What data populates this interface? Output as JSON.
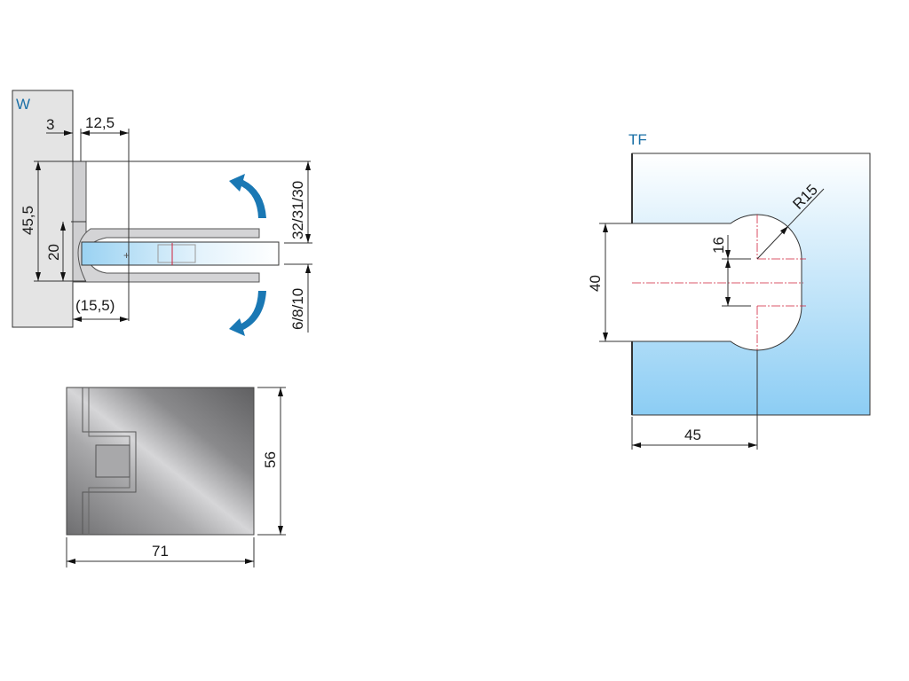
{
  "side_view": {
    "label": "W",
    "dims": {
      "d3": "3",
      "d12_5": "12,5",
      "d45_5": "45,5",
      "d20": "20",
      "d15_5": "(15,5)",
      "d32": "32/31/30",
      "d6": "6/8/10"
    },
    "arrow_color": "#1a78b4"
  },
  "bottom_view": {
    "dims": {
      "width": "71",
      "height": "56"
    }
  },
  "glass_cutout": {
    "label": "TF",
    "dims": {
      "radius": "R15",
      "hole_spacing": "16",
      "cutout_height": "40",
      "depth": "45"
    },
    "glass_color_top": "#ffffff",
    "glass_color_bottom": "#8ccdf4"
  }
}
